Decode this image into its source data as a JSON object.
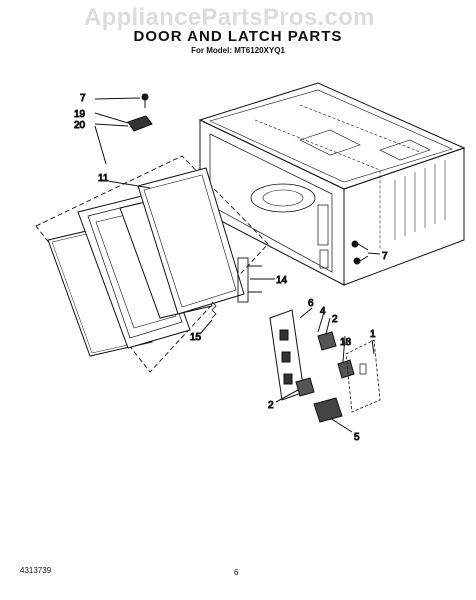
{
  "watermark": "AppliancePartsPros.com",
  "header": {
    "title": "DOOR AND LATCH PARTS",
    "subtitle": "For Model: MT6120XYQ1"
  },
  "footer": {
    "doc_number": "4313739",
    "page_number": "6"
  },
  "callouts": {
    "c7a": "7",
    "c19": "19",
    "c20": "20",
    "c11": "11",
    "c14": "14",
    "c15": "15",
    "c7b": "7",
    "c6": "6",
    "c4": "4",
    "c2a": "2",
    "c1": "1",
    "c18": "18",
    "c2b": "2",
    "c5": "5"
  }
}
